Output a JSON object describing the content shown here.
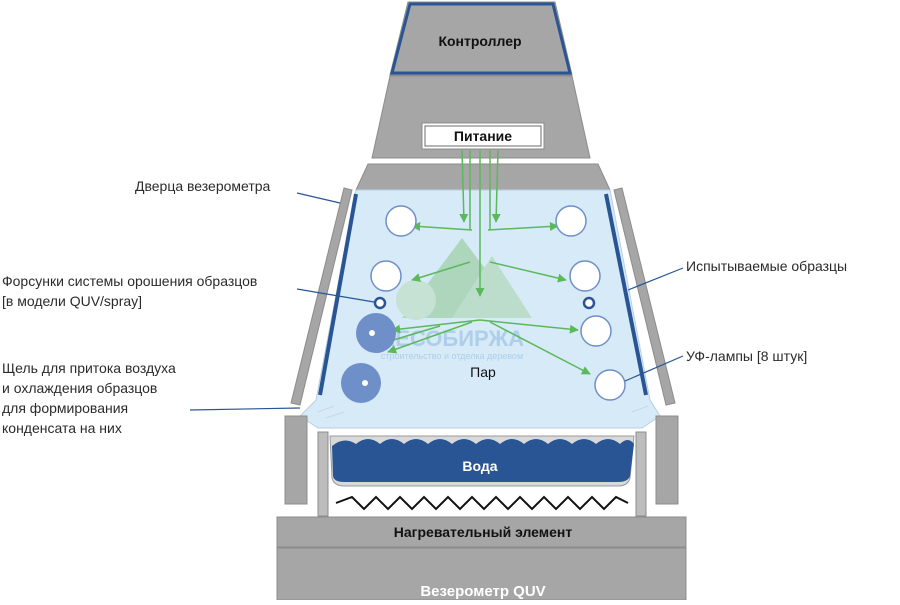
{
  "diagram": {
    "labels": {
      "controller": "Контроллер",
      "power": "Питание",
      "steam": "Пар",
      "water": "Вода",
      "heater": "Нагревательный элемент",
      "base": "Везерометр QUV"
    },
    "callouts": {
      "door": [
        "Дверца везерометра"
      ],
      "nozzles": [
        "Форсунки системы орошения образцов",
        "[в модели QUV/spray]"
      ],
      "slot": [
        "Щель для притока воздуха",
        "и охлаждения образцов",
        "для формирования",
        "конденсата на них"
      ],
      "samples": [
        "Испытываемые образцы"
      ],
      "uv_lamps": [
        "УФ-лампы [8 штук]"
      ]
    },
    "watermark": {
      "name": "ЛЕСОБИРЖА",
      "tagline": "строительство и отделка деревом"
    },
    "colors": {
      "housing_gray": "#a6a6a6",
      "housing_border": "#8c8c8c",
      "frame_blue": "#2a5594",
      "chamber_fill": "#d6eaf8",
      "water_blue": "#2a5594",
      "arrow_green": "#5cb85c",
      "lamp_blue": "#6f8fc9"
    }
  }
}
